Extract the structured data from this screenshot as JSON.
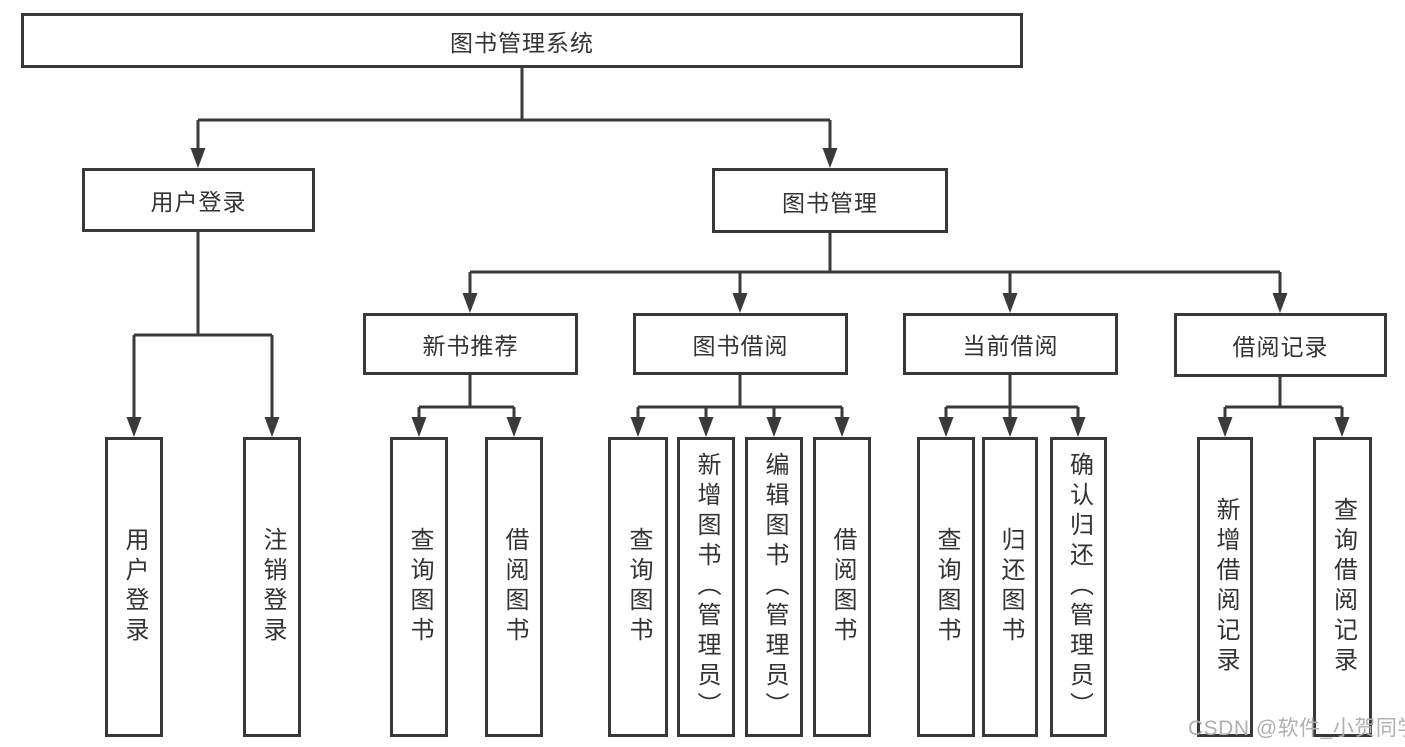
{
  "diagram": {
    "title": "图书管理系统",
    "nodes": {
      "root": "图书管理系统",
      "user_login": "用户登录",
      "book_mgmt": "图书管理",
      "new_book_rec": "新书推荐",
      "book_borrow": "图书借阅",
      "current_borrow": "当前借阅",
      "borrow_record": "借阅记录",
      "leaf_user_login": "用户登录",
      "leaf_logout": "注销登录",
      "leaf_nb_query_book": "查询图书",
      "leaf_nb_borrow_book": "借阅图书",
      "leaf_bb_query_book": "查询图书",
      "leaf_bb_add_book": "新增图书（管理员）",
      "leaf_bb_edit_book": "编辑图书（管理员）",
      "leaf_bb_borrow_book": "借阅图书",
      "leaf_cb_query_book": "查询图书",
      "leaf_cb_return_book": "归还图书",
      "leaf_cb_confirm_return": "确认归还（管理员）",
      "leaf_br_add_record": "新增借阅记录",
      "leaf_br_query_record": "查询借阅记录"
    },
    "hierarchy": {
      "root": [
        "user_login",
        "book_mgmt"
      ],
      "user_login": [
        "leaf_user_login",
        "leaf_logout"
      ],
      "book_mgmt": [
        "new_book_rec",
        "book_borrow",
        "current_borrow",
        "borrow_record"
      ],
      "new_book_rec": [
        "leaf_nb_query_book",
        "leaf_nb_borrow_book"
      ],
      "book_borrow": [
        "leaf_bb_query_book",
        "leaf_bb_add_book",
        "leaf_bb_edit_book",
        "leaf_bb_borrow_book"
      ],
      "current_borrow": [
        "leaf_cb_query_book",
        "leaf_cb_return_book",
        "leaf_cb_confirm_return"
      ],
      "borrow_record": [
        "leaf_br_add_record",
        "leaf_br_query_record"
      ]
    }
  },
  "watermark": {
    "text": "CSDN @软件_小贺同学",
    "color": "#b0b0b0"
  },
  "colors": {
    "line": "#3a3a3a",
    "box_border": "#383838",
    "text": "#333333",
    "background": "#ffffff"
  }
}
